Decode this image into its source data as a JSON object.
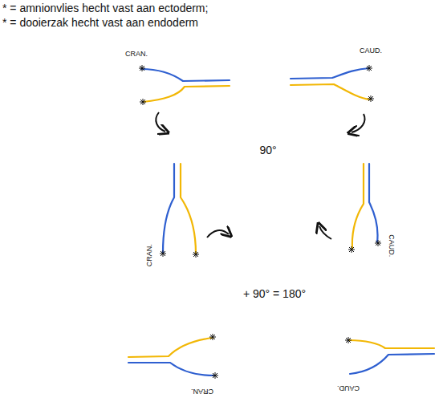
{
  "diagram": {
    "labels": [
      "* = amnionvlies hecht vast aan ectoderm;",
      "* = dooierzak hecht vast aan endoderm",
      "CRAN.",
      "CAUD.",
      "90°",
      "CRAN.",
      "CAUD.",
      "+ 90° = 180°",
      "CRAN.",
      "CAUD."
    ]
  }
}
